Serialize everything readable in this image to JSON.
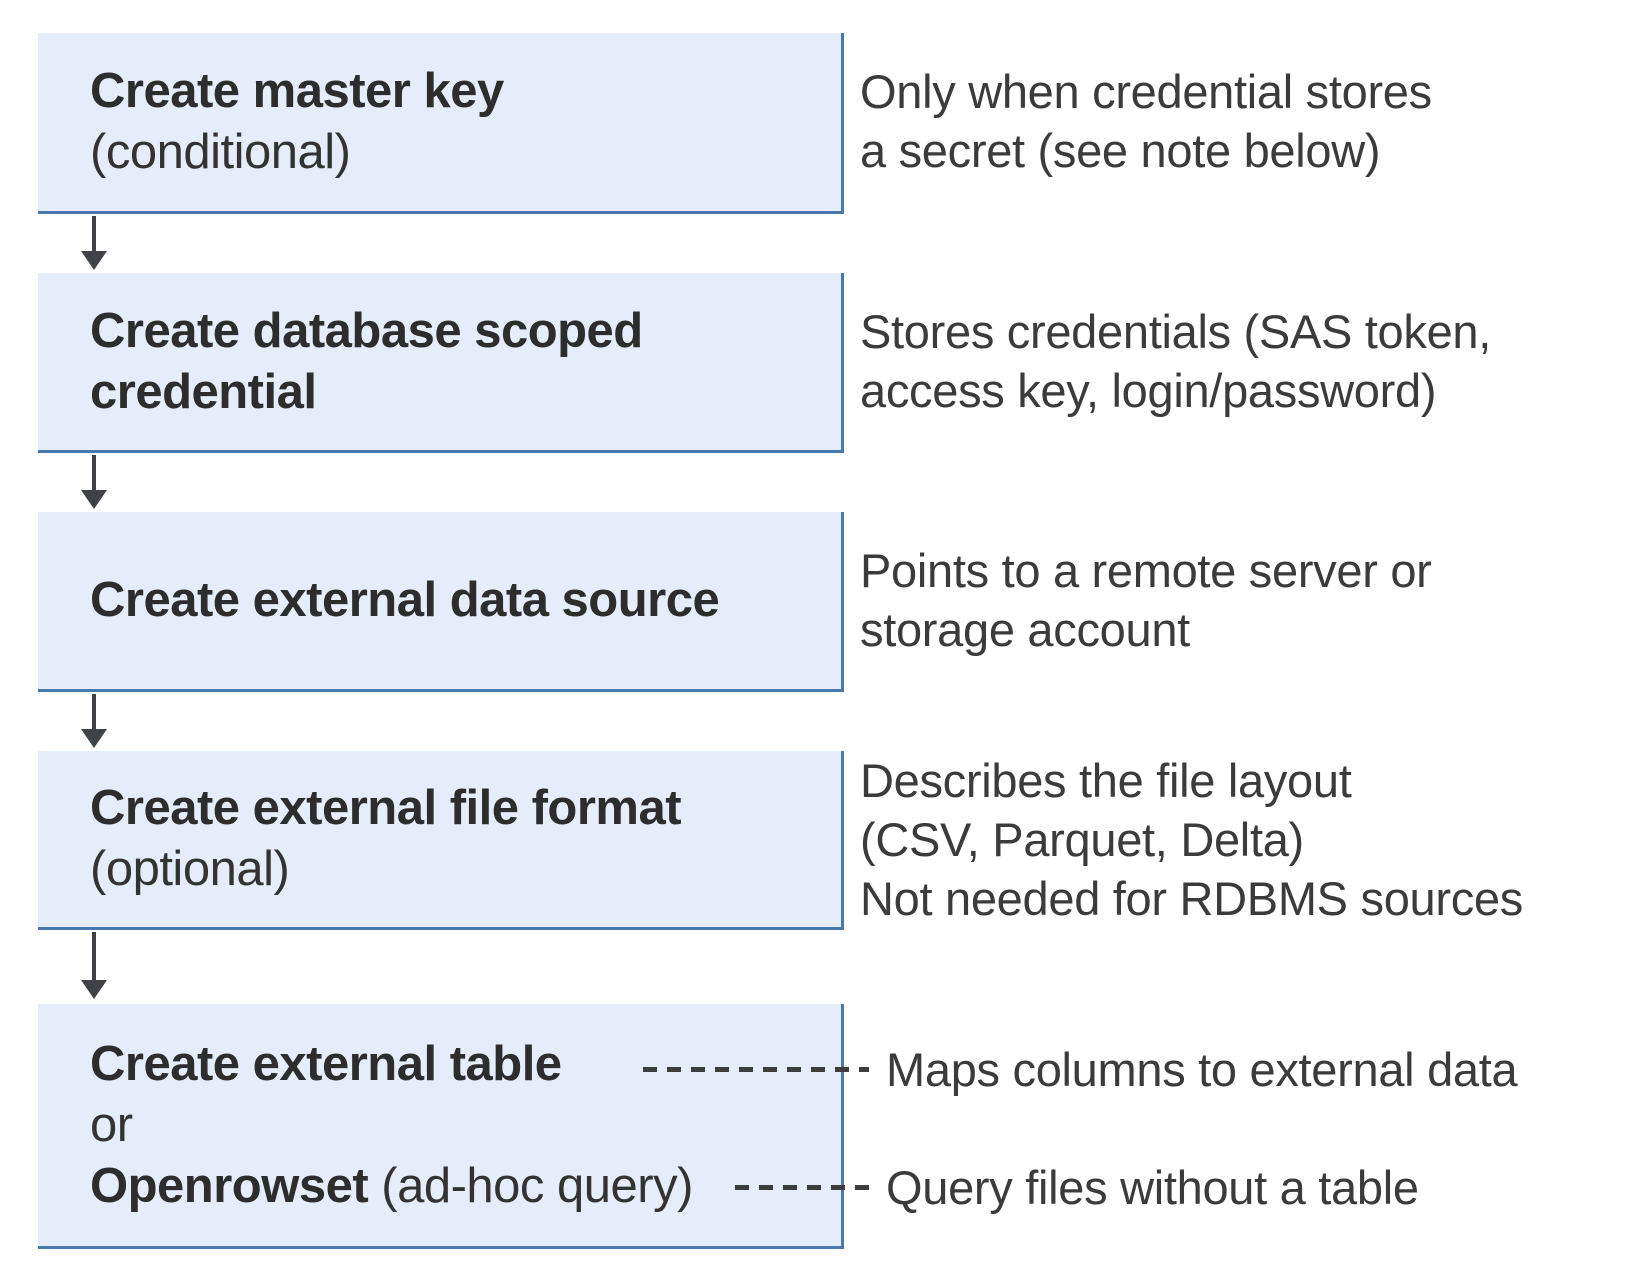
{
  "colors": {
    "box_fill": "#e5edfa",
    "box_border": "#4878ad",
    "arrow": "#3f4247",
    "title_text": "#2d2d2d",
    "note_text": "#3b3b3b",
    "dash": "#3d3d3d"
  },
  "steps": [
    {
      "title": "Create master key",
      "subtitle": "(conditional)"
    },
    {
      "title": "Create database scoped credential"
    },
    {
      "title": "Create external data source"
    },
    {
      "title": "Create external file format",
      "subtitle": "(optional)"
    },
    {
      "line1_bold": "Create external table",
      "line2": "or",
      "line3_bold": "Openrowset",
      "line3_rest": " (ad-hoc query)"
    }
  ],
  "notes": [
    {
      "lines": [
        "Only when credential stores",
        "a secret (see note below)"
      ]
    },
    {
      "lines": [
        "Stores credentials (SAS token,",
        "access key, login/password)"
      ]
    },
    {
      "lines": [
        "Points to a remote server or",
        "storage account"
      ]
    },
    {
      "lines": [
        "Describes the file layout",
        "(CSV, Parquet, Delta)",
        "Not needed for RDBMS sources"
      ]
    },
    {
      "lines": [
        "Maps columns to external data"
      ]
    },
    {
      "lines": [
        "Query files without a table"
      ]
    }
  ]
}
